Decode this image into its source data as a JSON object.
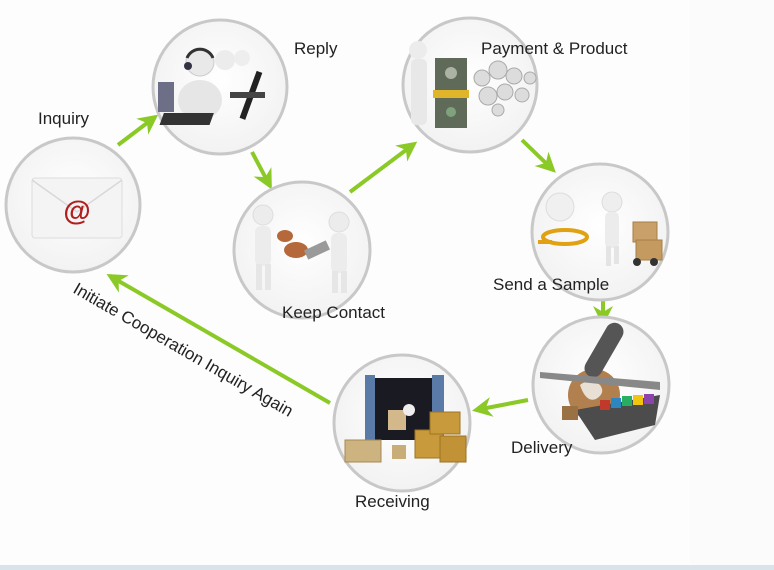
{
  "diagram": {
    "title": "Cooperation Process",
    "accent_color": "#8ac926",
    "circle_border_color": "#c8c8c8",
    "steps": [
      {
        "id": "inquiry",
        "label": "Inquiry",
        "icon": "email-envelope-icon"
      },
      {
        "id": "reply",
        "label": "Reply",
        "icon": "call-center-operators-icon"
      },
      {
        "id": "keep-contact",
        "label": "Keep Contact",
        "icon": "handshake-exchange-icon"
      },
      {
        "id": "payment-product",
        "label": "Payment & Product",
        "icon": "money-gears-icon"
      },
      {
        "id": "send-sample",
        "label": "Send a Sample",
        "icon": "magnifier-hand-truck-icon"
      },
      {
        "id": "delivery",
        "label": "Delivery",
        "icon": "plane-globe-ship-icon"
      },
      {
        "id": "receiving",
        "label": "Receiving",
        "icon": "container-boxes-icon"
      }
    ],
    "return_label": "Initiate Cooperation Inquiry Again",
    "flow": [
      [
        "inquiry",
        "reply"
      ],
      [
        "reply",
        "keep-contact"
      ],
      [
        "keep-contact",
        "payment-product"
      ],
      [
        "payment-product",
        "send-sample"
      ],
      [
        "send-sample",
        "delivery"
      ],
      [
        "delivery",
        "receiving"
      ],
      [
        "receiving",
        "inquiry"
      ]
    ]
  }
}
